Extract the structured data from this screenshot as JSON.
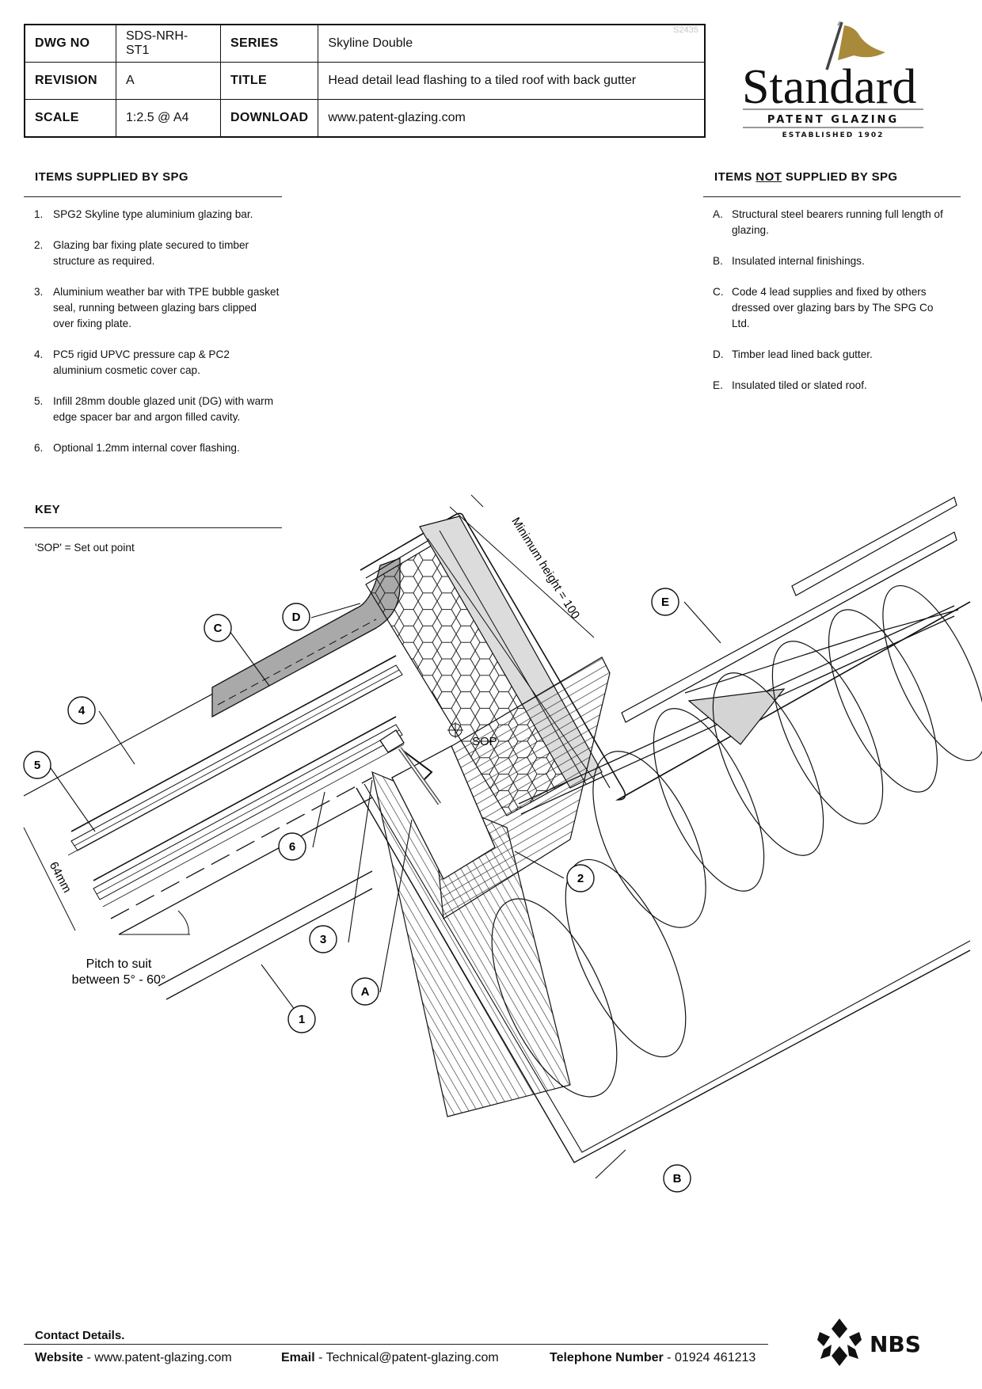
{
  "title_block": {
    "dwg_no_label": "DWG NO",
    "dwg_no": "SDS-NRH-ST1",
    "series_label": "SERIES",
    "series": "Skyline Double",
    "revision_label": "REVISION",
    "revision": "A",
    "title_label": "TITLE",
    "title": "Head detail lead flashing to a tiled roof with back gutter",
    "scale_label": "SCALE",
    "scale": "1:2.5 @ A4",
    "download_label": "DOWNLOAD",
    "download": "www.patent-glazing.com",
    "ref_code": "S2435"
  },
  "logo": {
    "name": "Standard",
    "sub": "PATENT GLAZING",
    "established": "ESTABLISHED 1902",
    "flag_color": "#a88a3a"
  },
  "supplied": {
    "heading": "ITEMS SUPPLIED BY SPG",
    "items": [
      {
        "mark": "1.",
        "text": "SPG2 Skyline type aluminium glazing bar."
      },
      {
        "mark": "2.",
        "text": "Glazing bar fixing plate secured to timber structure as required."
      },
      {
        "mark": "3.",
        "text": "Aluminium weather bar with TPE bubble gasket seal, running between glazing bars clipped over fixing plate."
      },
      {
        "mark": "4.",
        "text": "PC5 rigid UPVC pressure cap & PC2 aluminium cosmetic cover cap."
      },
      {
        "mark": "5.",
        "text": "Infill 28mm double glazed unit (DG) with warm edge spacer bar and argon filled cavity."
      },
      {
        "mark": "6.",
        "text": "Optional 1.2mm internal cover flashing."
      }
    ]
  },
  "not_supplied": {
    "heading_pre": "ITEMS ",
    "heading_not": "NOT",
    "heading_post": " SUPPLIED BY SPG",
    "items": [
      {
        "mark": "A.",
        "text": "Structural steel bearers running full length of glazing."
      },
      {
        "mark": "B.",
        "text": "Insulated internal finishings."
      },
      {
        "mark": "C.",
        "text": "Code 4 lead supplies and fixed by others dressed over glazing bars by The SPG Co Ltd."
      },
      {
        "mark": "D.",
        "text": "Timber lead lined back gutter."
      },
      {
        "mark": "E.",
        "text": "Insulated tiled or slated roof."
      }
    ]
  },
  "key": {
    "heading": "KEY",
    "text": "'SOP' = Set out point"
  },
  "drawing": {
    "dim_min_height": "Minimum height = 100",
    "dim_64": "64mm",
    "pitch_line1": "Pitch to suit",
    "pitch_line2": "between 5° - 60°",
    "sop": "SOP",
    "callouts": [
      "1",
      "2",
      "3",
      "4",
      "5",
      "6",
      "A",
      "B",
      "C",
      "D",
      "E"
    ]
  },
  "contact": {
    "heading": "Contact Details.",
    "website_label": "Website",
    "website": "www.patent-glazing.com",
    "email_label": "Email",
    "email": "Technical@patent-glazing.com",
    "phone_label": "Telephone Number",
    "phone": "01924 461213",
    "separator": "-"
  },
  "nbs": {
    "label": "NBS"
  }
}
